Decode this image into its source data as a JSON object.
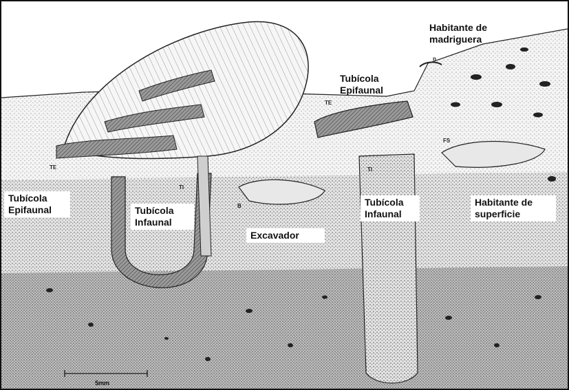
{
  "labels": {
    "habitante_madriguera": "Habitante de madriguera",
    "tubicola_epifaunal_top": "Tubícola Epifaunal",
    "tubicola_epifaunal_left": "Tubícola Epifaunal",
    "tubicola_infaunal_left": "Tubícola Infaunal",
    "excavador": "Excavador",
    "tubicola_infaunal_right": "Tubícola Infaunal",
    "habitante_superficie": "Habitante de superficie"
  },
  "small_labels": {
    "te_left": "TE",
    "ti_left": "TI",
    "b": "B",
    "te_center": "TE",
    "ti_right": "TI",
    "fs": "FS",
    "n": "n"
  },
  "scale_bar": {
    "label": "5mm"
  },
  "colors": {
    "ink": "#111111",
    "sediment_light": "#e9e9e9",
    "sediment_dark": "#9a9a9a",
    "paper": "#ffffff"
  }
}
